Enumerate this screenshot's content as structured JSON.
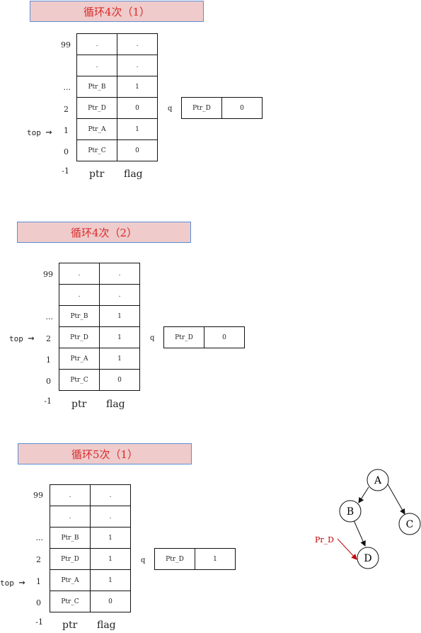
{
  "sections": [
    {
      "title": "循环4次（1）",
      "indices": [
        "99",
        "",
        "...",
        "2",
        "1",
        "0",
        "-1"
      ],
      "top_label": "top",
      "top_arrow": "→",
      "rows": [
        {
          "ptr": ".",
          "flag": "."
        },
        {
          "ptr": ".",
          "flag": "."
        },
        {
          "ptr": "Ptr_B",
          "flag": "1"
        },
        {
          "ptr": "Ptr_D",
          "flag": "0"
        },
        {
          "ptr": "Ptr_A",
          "flag": "1"
        },
        {
          "ptr": "Ptr_C",
          "flag": "0"
        }
      ],
      "col_ptr": "ptr",
      "col_flag": "flag",
      "q_label": "q",
      "q": {
        "ptr": "Ptr_D",
        "flag": "0"
      }
    },
    {
      "title": "循环4次（2）",
      "indices": [
        "99",
        "",
        "...",
        "2",
        "1",
        "0",
        "-1"
      ],
      "top_label": "top",
      "top_arrow": "→",
      "rows": [
        {
          "ptr": ".",
          "flag": "."
        },
        {
          "ptr": ".",
          "flag": "."
        },
        {
          "ptr": "Ptr_B",
          "flag": "1"
        },
        {
          "ptr": "Ptr_D",
          "flag": "1"
        },
        {
          "ptr": "Ptr_A",
          "flag": "1"
        },
        {
          "ptr": "Ptr_C",
          "flag": "0"
        }
      ],
      "col_ptr": "ptr",
      "col_flag": "flag",
      "q_label": "q",
      "q": {
        "ptr": "Ptr_D",
        "flag": "0"
      }
    },
    {
      "title": "循环5次（1）",
      "indices": [
        "99",
        "",
        "...",
        "2",
        "1",
        "0",
        "-1"
      ],
      "top_label": "top",
      "top_arrow": "→",
      "rows": [
        {
          "ptr": ".",
          "flag": "."
        },
        {
          "ptr": ".",
          "flag": "."
        },
        {
          "ptr": "Ptr_B",
          "flag": "1"
        },
        {
          "ptr": "Ptr_D",
          "flag": "1"
        },
        {
          "ptr": "Ptr_A",
          "flag": "1"
        },
        {
          "ptr": "Ptr_C",
          "flag": "0"
        }
      ],
      "col_ptr": "ptr",
      "col_flag": "flag",
      "q_label": "q",
      "q": {
        "ptr": "Ptr_D",
        "flag": "1"
      }
    }
  ],
  "tree": {
    "nodes": [
      "A",
      "B",
      "C",
      "D"
    ],
    "pointer_label": "Pr_D"
  }
}
